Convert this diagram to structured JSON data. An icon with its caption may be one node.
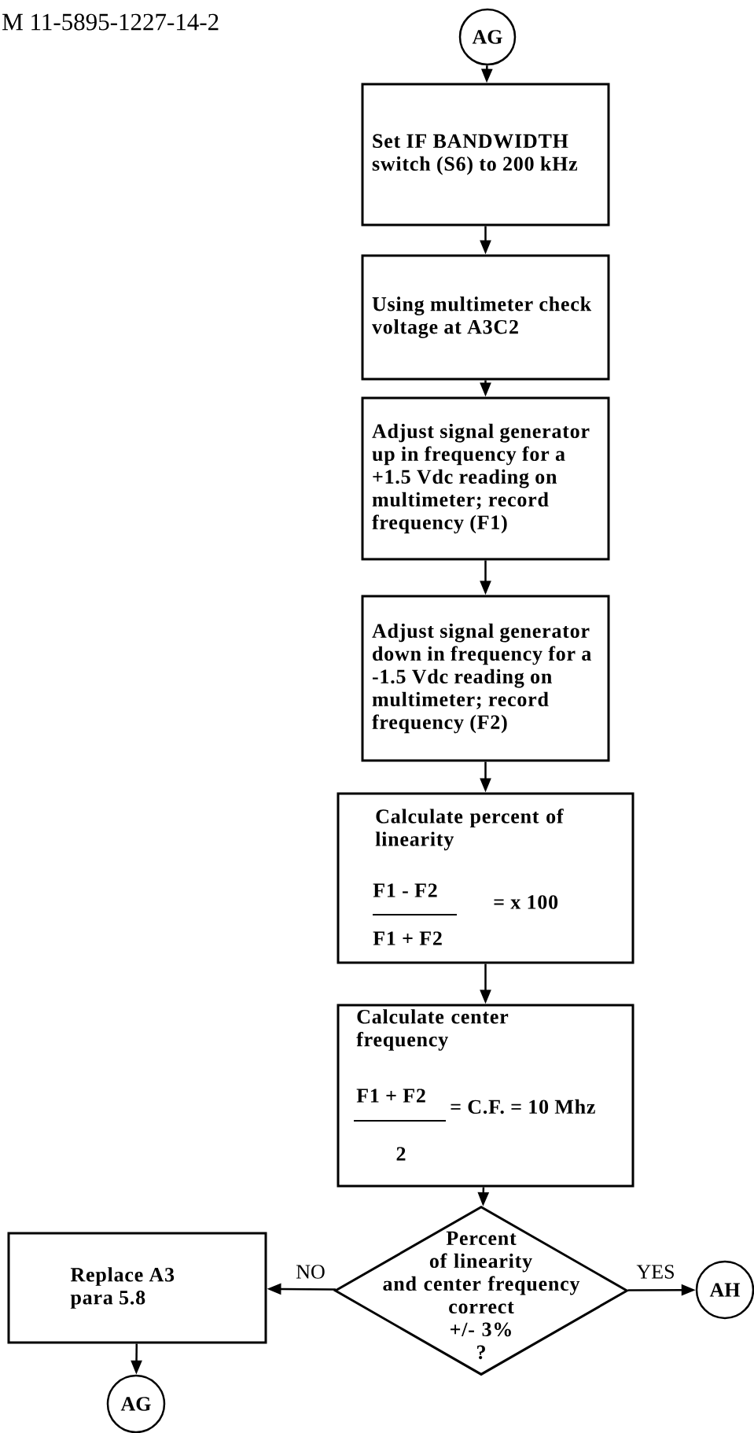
{
  "diagram": {
    "nodes": [
      {
        "text": [
          "AG"
        ]
      },
      {
        "text": [
          "Set IF BANDWIDTH switch (S6) to 200 kHz"
        ]
      },
      {
        "text": [
          "Using multimeter check voltage at A3C2"
        ]
      },
      {
        "text": [
          "Adjust signal generator up in frequency for a +1.5 Vdc reading on multimeter; record frequency (F1)"
        ]
      },
      {
        "text": [
          "Adjust signal generator down in frequency for a -1.5 Vdc reading on multimeter; record frequency (F2)"
        ]
      },
      {
        "text": [
          "Calculate percent of linearity",
          "F1 - F2",
          "= x 100",
          "F1 + F2"
        ]
      },
      {
        "text": [
          "Calculate center frequency",
          "F1 + F2",
          "= C.F. = 10 Mhz",
          "2"
        ]
      },
      {
        "text": [
          "Percent of linearity and center frequency correct +/- 3% ?"
        ]
      },
      {
        "text": [
          "Replace A3 para 5.8"
        ]
      },
      {
        "text": [
          "AH"
        ]
      },
      {
        "text": [
          "AG"
        ]
      }
    ],
    "edges": [
      {
        "from": 0,
        "to": 1,
        "arrow": "to"
      },
      {
        "from": 1,
        "to": 2,
        "arrow": "to"
      },
      {
        "from": 2,
        "to": 3,
        "arrow": "to"
      },
      {
        "from": 3,
        "to": 4,
        "arrow": "to"
      },
      {
        "from": 4,
        "to": 5,
        "arrow": "to"
      },
      {
        "from": 5,
        "to": 6,
        "arrow": "to"
      },
      {
        "from": 6,
        "to": 7,
        "arrow": "to"
      },
      {
        "from": 7,
        "to": 8,
        "arrow": "to",
        "label": "NO"
      },
      {
        "from": 7,
        "to": 9,
        "arrow": "to",
        "label": "YES"
      },
      {
        "from": 8,
        "to": 10,
        "arrow": "to"
      }
    ],
    "labels": [
      "M 11-5895-1227-14-2"
    ]
  }
}
